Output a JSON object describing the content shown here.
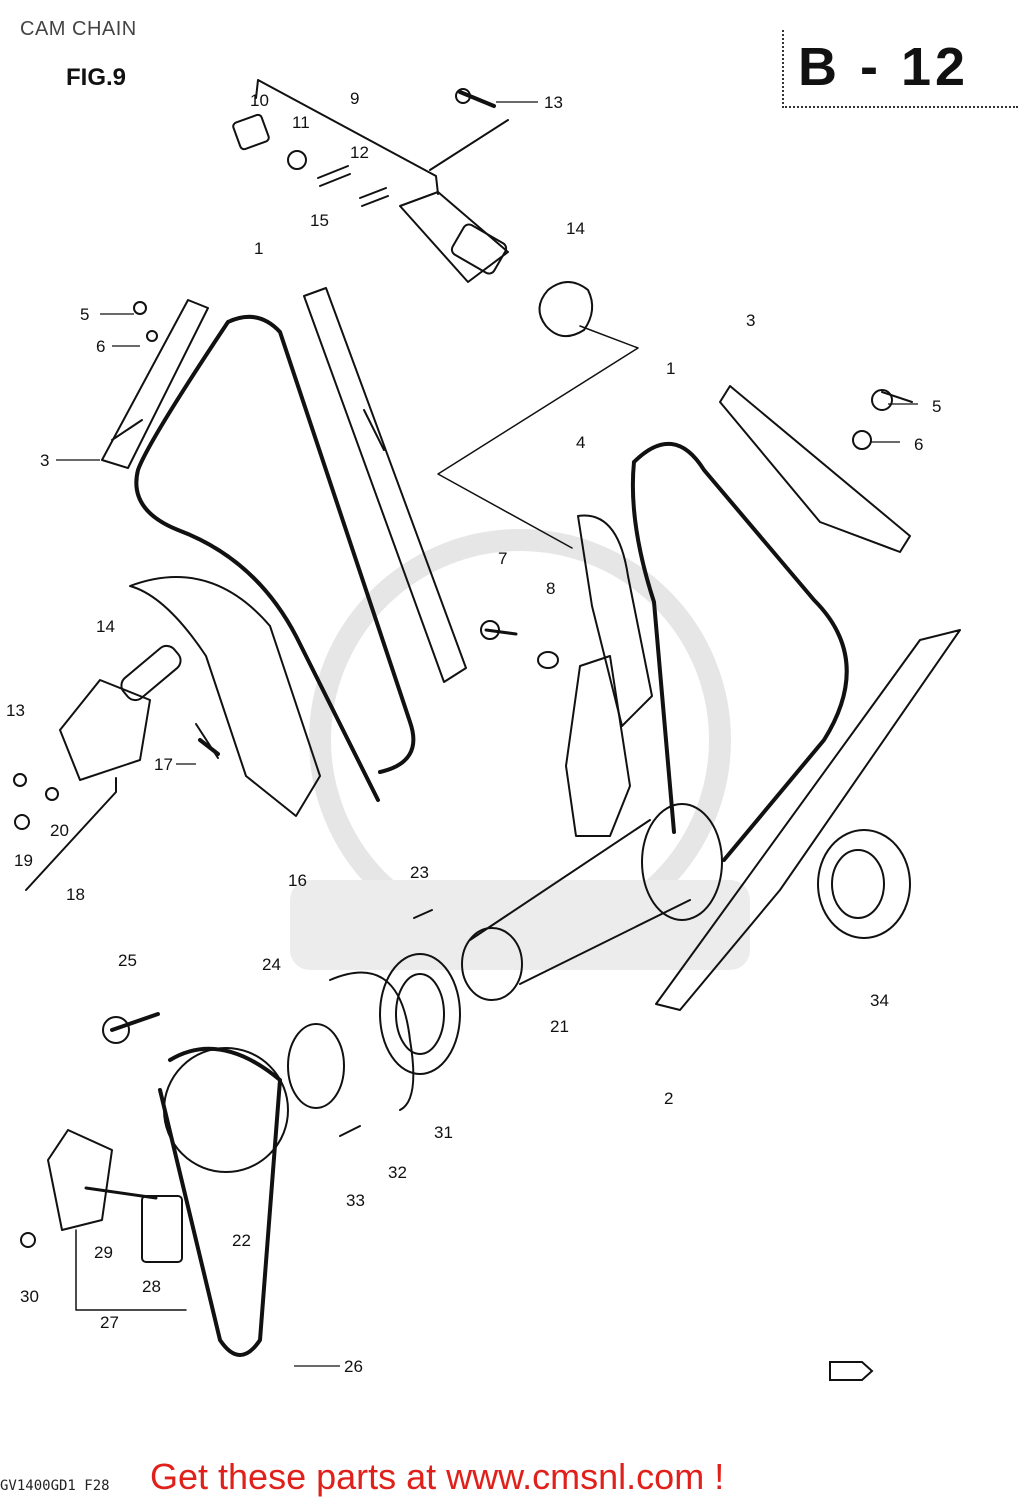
{
  "header": {
    "title": "CAM CHAIN",
    "fig": "FIG.9",
    "page_code": "B - 12"
  },
  "parts": [
    {
      "id": "label-10",
      "text": "10"
    },
    {
      "id": "label-9",
      "text": "9"
    },
    {
      "id": "label-13a",
      "text": "13"
    },
    {
      "id": "label-11",
      "text": "11"
    },
    {
      "id": "label-12",
      "text": "12"
    },
    {
      "id": "label-15",
      "text": "15"
    },
    {
      "id": "label-14a",
      "text": "14"
    },
    {
      "id": "label-1a",
      "text": "1"
    },
    {
      "id": "label-5a",
      "text": "5"
    },
    {
      "id": "label-6a",
      "text": "6"
    },
    {
      "id": "label-3a",
      "text": "3"
    },
    {
      "id": "label-3b",
      "text": "3"
    },
    {
      "id": "label-1b",
      "text": "1"
    },
    {
      "id": "label-5b",
      "text": "5"
    },
    {
      "id": "label-6b",
      "text": "6"
    },
    {
      "id": "label-4",
      "text": "4"
    },
    {
      "id": "label-7",
      "text": "7"
    },
    {
      "id": "label-8",
      "text": "8"
    },
    {
      "id": "label-14b",
      "text": "14"
    },
    {
      "id": "label-13b",
      "text": "13"
    },
    {
      "id": "label-17",
      "text": "17"
    },
    {
      "id": "label-20",
      "text": "20"
    },
    {
      "id": "label-19",
      "text": "19"
    },
    {
      "id": "label-18",
      "text": "18"
    },
    {
      "id": "label-16",
      "text": "16"
    },
    {
      "id": "label-23",
      "text": "23"
    },
    {
      "id": "label-34",
      "text": "34"
    },
    {
      "id": "label-25",
      "text": "25"
    },
    {
      "id": "label-24",
      "text": "24"
    },
    {
      "id": "label-21",
      "text": "21"
    },
    {
      "id": "label-2",
      "text": "2"
    },
    {
      "id": "label-31",
      "text": "31"
    },
    {
      "id": "label-32",
      "text": "32"
    },
    {
      "id": "label-33",
      "text": "33"
    },
    {
      "id": "label-22",
      "text": "22"
    },
    {
      "id": "label-29",
      "text": "29"
    },
    {
      "id": "label-28",
      "text": "28"
    },
    {
      "id": "label-30",
      "text": "30"
    },
    {
      "id": "label-27",
      "text": "27"
    },
    {
      "id": "label-26",
      "text": "26"
    }
  ],
  "footer": {
    "link_text": "Get these parts at www.cmsnl.com !",
    "drawing_code": "GV1400GD1 F28"
  },
  "colors": {
    "line": "#111111",
    "link": "#e0211b",
    "watermark": "#e6e6e6"
  }
}
